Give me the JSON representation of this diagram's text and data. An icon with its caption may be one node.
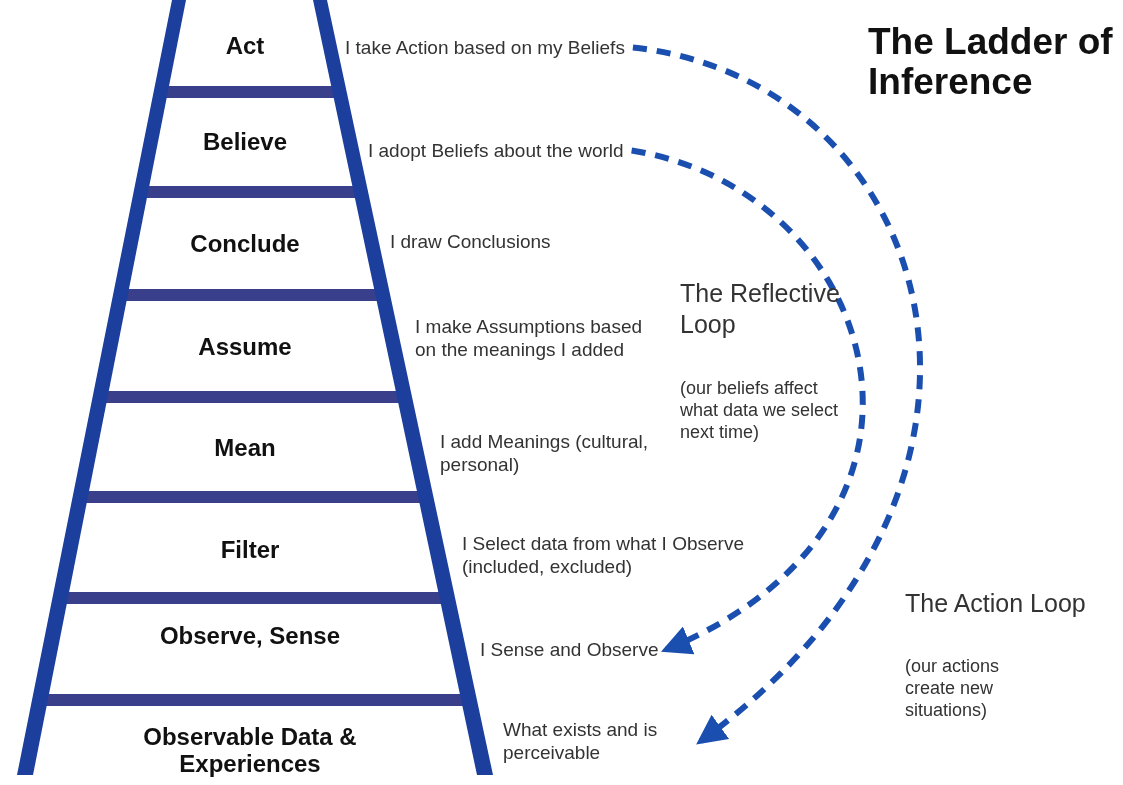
{
  "diagram": {
    "title": "The Ladder of Inference",
    "nodes": [
      {
        "text": [
          "I take Action based on my Beliefs"
        ]
      },
      {
        "text": [
          "I adopt Beliefs about the world"
        ]
      },
      {
        "text": [
          "I draw Conclusions"
        ]
      },
      {
        "text": [
          "I make Assumptions based on the meanings I added"
        ]
      },
      {
        "text": [
          "I add Meanings (cultural, personal)"
        ]
      },
      {
        "text": [
          "I Select data from what I Observe (included, excluded)"
        ]
      },
      {
        "text": [
          "I Sense and Observe"
        ]
      },
      {
        "text": [
          "What exists and is perceivable"
        ]
      }
    ],
    "edges": [
      {
        "from": 1,
        "to": 6,
        "arrow": "to",
        "style": "dashed"
      },
      {
        "from": 0,
        "to": 7,
        "arrow": "to",
        "style": "dashed"
      }
    ],
    "labels": [
      "Act",
      "Believe",
      "Conclude",
      "Assume",
      "Mean",
      "Filter",
      "Observe, Sense",
      "Observable Data & Experiences",
      "The Reflective Loop",
      "(our beliefs affect what data we select next time)",
      "The Action Loop",
      "(our actions create new situations)"
    ]
  }
}
